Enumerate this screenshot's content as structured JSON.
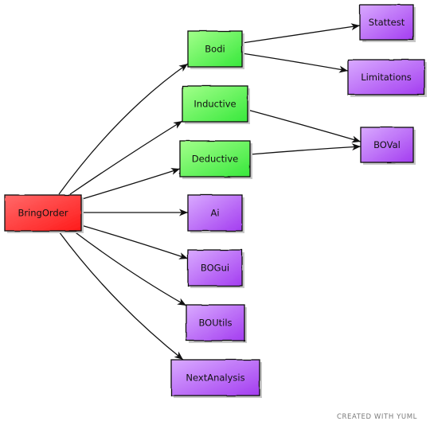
{
  "diagram": {
    "colors": {
      "root": [
        "#ff6a6a",
        "#ff1a1a"
      ],
      "group": [
        "#a2ff8a",
        "#38e83c"
      ],
      "leaf": [
        "#d9aaff",
        "#a33df0"
      ]
    },
    "nodes": {
      "bringorder": {
        "label": "BringOrder",
        "style": "root"
      },
      "bodi": {
        "label": "Bodi",
        "style": "group"
      },
      "inductive": {
        "label": "Inductive",
        "style": "group"
      },
      "deductive": {
        "label": "Deductive",
        "style": "group"
      },
      "ai": {
        "label": "Ai",
        "style": "leaf"
      },
      "bogui": {
        "label": "BOGui",
        "style": "leaf"
      },
      "boutils": {
        "label": "BOUtils",
        "style": "leaf"
      },
      "nextanalysis": {
        "label": "NextAnalysis",
        "style": "leaf"
      },
      "stattest": {
        "label": "Stattest",
        "style": "leaf"
      },
      "limitations": {
        "label": "Limitations",
        "style": "leaf"
      },
      "boval": {
        "label": "BOVal",
        "style": "leaf"
      }
    },
    "edges": [
      {
        "from": "bringorder",
        "to": "bodi"
      },
      {
        "from": "bringorder",
        "to": "inductive"
      },
      {
        "from": "bringorder",
        "to": "deductive"
      },
      {
        "from": "bringorder",
        "to": "ai"
      },
      {
        "from": "bringorder",
        "to": "bogui"
      },
      {
        "from": "bringorder",
        "to": "boutils"
      },
      {
        "from": "bringorder",
        "to": "nextanalysis"
      },
      {
        "from": "bodi",
        "to": "stattest"
      },
      {
        "from": "bodi",
        "to": "limitations"
      },
      {
        "from": "inductive",
        "to": "boval"
      },
      {
        "from": "deductive",
        "to": "boval"
      }
    ],
    "watermark": "CREATED WITH YUML"
  }
}
